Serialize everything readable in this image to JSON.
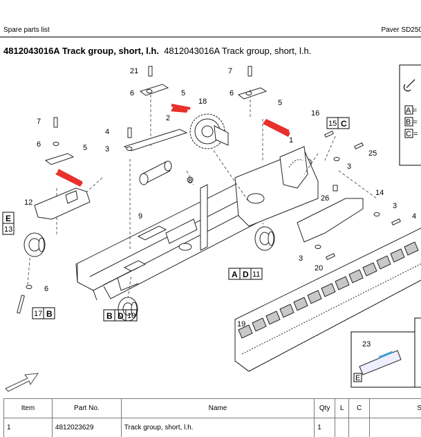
{
  "header": {
    "left": "Spare parts list",
    "right": "Paver SD250"
  },
  "title": {
    "bold": "4812043016A Track group, short, l.h.",
    "normal": "4812043016A Track group, short, l.h."
  },
  "callouts": {
    "n1": "1",
    "n2": "2",
    "n3": "3",
    "n3b": "3",
    "n3c": "3",
    "n3d": "3",
    "n4": "4",
    "n4b": "4",
    "n5": "5",
    "n5b": "5",
    "n5c": "5",
    "n6": "6",
    "n6b": "6",
    "n6c": "6",
    "n6d": "6",
    "n7": "7",
    "n7b": "7",
    "n8": "8",
    "n9": "9",
    "n10": "10",
    "n11": "11",
    "n12": "12",
    "n13": "13",
    "n14": "14",
    "n15": "15",
    "n16": "16",
    "n17": "17",
    "n18": "18",
    "n19": "19",
    "n20": "20",
    "n21": "21",
    "n23": "23",
    "n25": "25",
    "n26": "26"
  },
  "letters": {
    "A": "A",
    "B": "B",
    "C": "C",
    "D": "D",
    "E": "E"
  },
  "legend": {
    "a": "A =",
    "b": "B =",
    "c": "C ="
  },
  "table": {
    "headers": [
      "Item",
      "Part No.",
      "Name",
      "Qty",
      "L",
      "C",
      "S"
    ],
    "rows": [
      [
        "1",
        "4812023629",
        "Track group, short, l.h.",
        "1",
        "",
        "",
        ""
      ]
    ]
  }
}
